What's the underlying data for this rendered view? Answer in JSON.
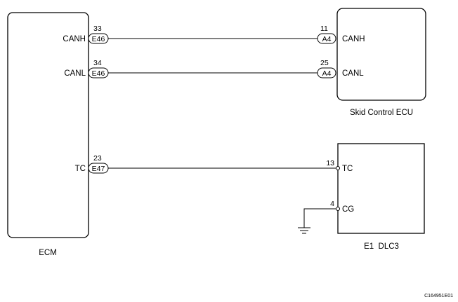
{
  "ecm": {
    "caption": "ECM",
    "signals": [
      {
        "label": "CANH",
        "pin": "33",
        "connector": "E46"
      },
      {
        "label": "CANL",
        "pin": "34",
        "connector": "E46"
      },
      {
        "label": "TC",
        "pin": "23",
        "connector": "E47"
      }
    ]
  },
  "skid_ecu": {
    "caption": "Skid Control ECU",
    "signals": [
      {
        "label": "CANH",
        "pin": "11",
        "connector": "A4"
      },
      {
        "label": "CANL",
        "pin": "25",
        "connector": "A4"
      }
    ]
  },
  "dlc3": {
    "caption": "E1  DLC3",
    "signals": [
      {
        "label": "TC",
        "pin": "13"
      },
      {
        "label": "CG",
        "pin": "4"
      }
    ]
  },
  "figure_code": "C164951E01"
}
